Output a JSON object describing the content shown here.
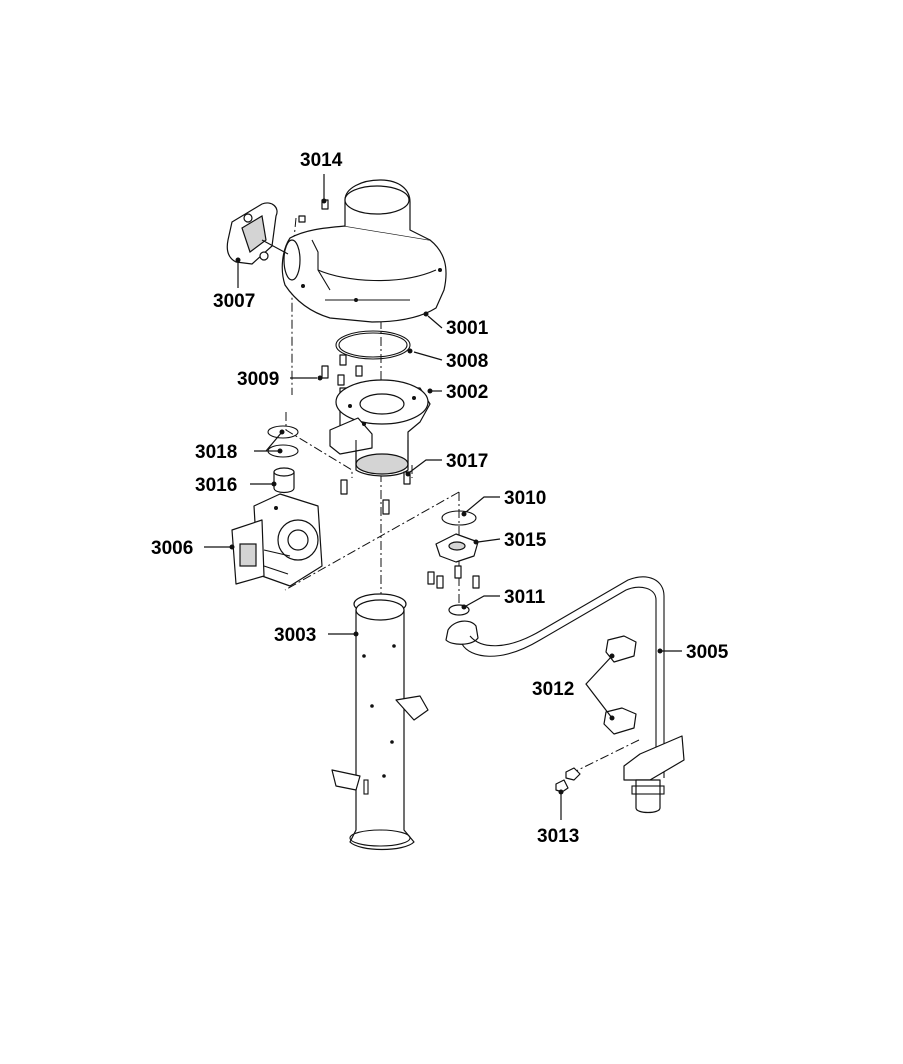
{
  "diagram": {
    "part_labels": [
      {
        "id": "3014",
        "text": "3014"
      },
      {
        "id": "3007",
        "text": "3007"
      },
      {
        "id": "3001",
        "text": "3001"
      },
      {
        "id": "3008",
        "text": "3008"
      },
      {
        "id": "3009",
        "text": "3009"
      },
      {
        "id": "3002",
        "text": "3002"
      },
      {
        "id": "3018",
        "text": "3018"
      },
      {
        "id": "3017",
        "text": "3017"
      },
      {
        "id": "3016",
        "text": "3016"
      },
      {
        "id": "3010",
        "text": "3010"
      },
      {
        "id": "3006",
        "text": "3006"
      },
      {
        "id": "3015",
        "text": "3015"
      },
      {
        "id": "3011",
        "text": "3011"
      },
      {
        "id": "3003",
        "text": "3003"
      },
      {
        "id": "3005",
        "text": "3005"
      },
      {
        "id": "3012",
        "text": "3012"
      },
      {
        "id": "3013",
        "text": "3013"
      }
    ]
  }
}
